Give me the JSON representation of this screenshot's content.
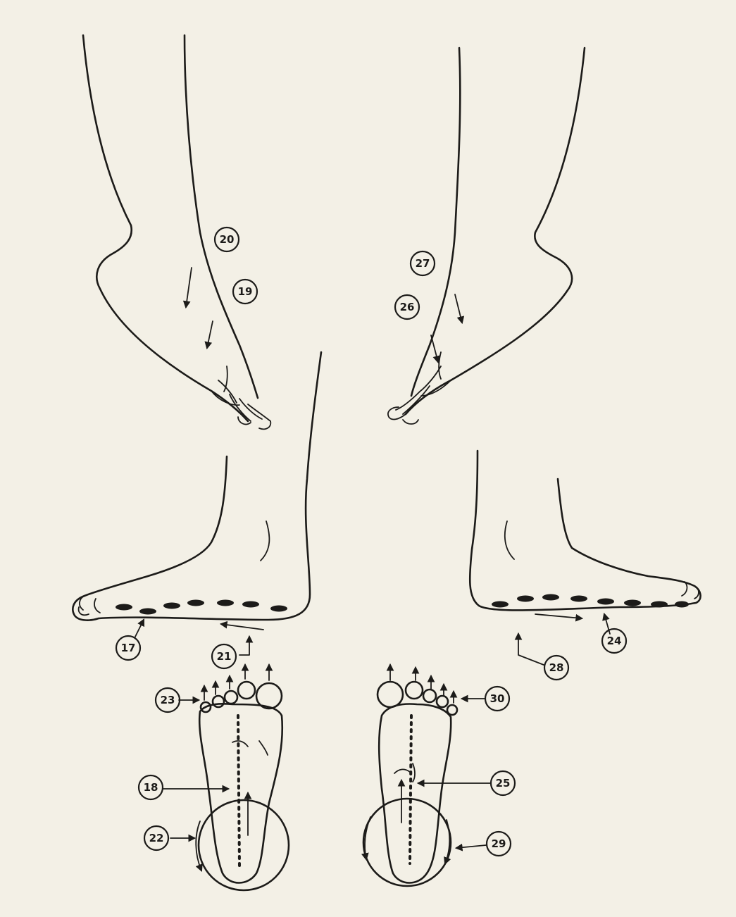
{
  "labels": {
    "n17": "17",
    "n18": "18",
    "n19": "19",
    "n20": "20",
    "n21": "21",
    "n22": "22",
    "n23": "23",
    "n24": "24",
    "n25": "25",
    "n26": "26",
    "n27": "27",
    "n28": "28",
    "n29": "29",
    "n30": "30"
  },
  "colors": {
    "paper": "#f3f0e6",
    "ink": "#1c1b19"
  }
}
